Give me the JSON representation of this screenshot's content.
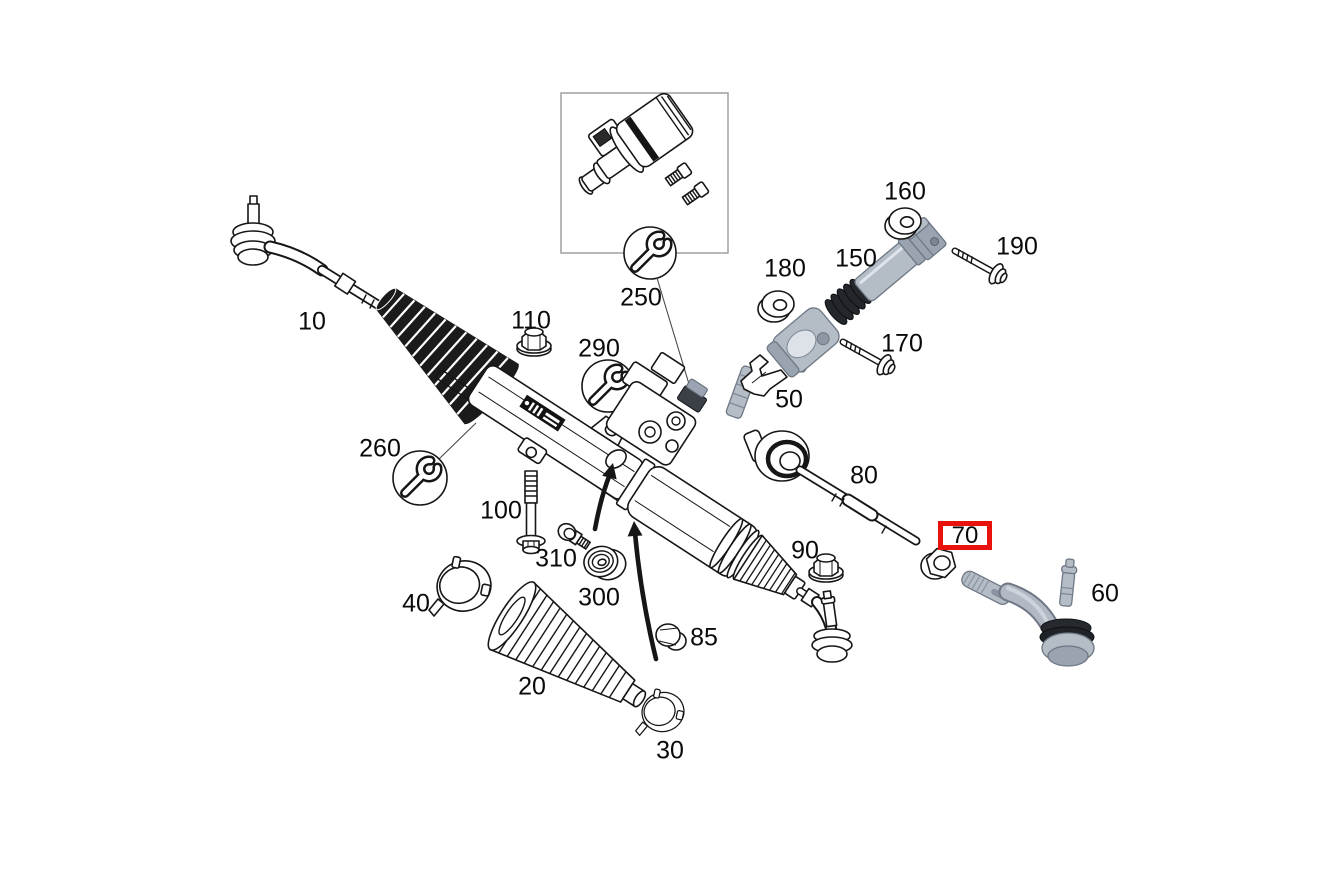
{
  "diagram": {
    "subject": "steering-gear-exploded-parts-diagram",
    "background_color": "#ffffff",
    "line_color": "#161616",
    "metal_fill_color": "#b4bcc6",
    "highlight": {
      "part": "70",
      "color": "#e8130b"
    },
    "callouts": [
      {
        "id": "10",
        "text": "10"
      },
      {
        "id": "20",
        "text": "20"
      },
      {
        "id": "30",
        "text": "30"
      },
      {
        "id": "40",
        "text": "40"
      },
      {
        "id": "50",
        "text": "50"
      },
      {
        "id": "60",
        "text": "60"
      },
      {
        "id": "70",
        "text": "70"
      },
      {
        "id": "80",
        "text": "80"
      },
      {
        "id": "85",
        "text": "85"
      },
      {
        "id": "90",
        "text": "90"
      },
      {
        "id": "100",
        "text": "100"
      },
      {
        "id": "110",
        "text": "110"
      },
      {
        "id": "150",
        "text": "150"
      },
      {
        "id": "160",
        "text": "160"
      },
      {
        "id": "170",
        "text": "170"
      },
      {
        "id": "180",
        "text": "180"
      },
      {
        "id": "190",
        "text": "190"
      },
      {
        "id": "250",
        "text": "250"
      },
      {
        "id": "260",
        "text": "260"
      },
      {
        "id": "290",
        "text": "290"
      },
      {
        "id": "300",
        "text": "300"
      },
      {
        "id": "310",
        "text": "310"
      }
    ],
    "tool_markers": [
      {
        "near_part": "250",
        "icon": "wrench-icon"
      },
      {
        "near_part": "260",
        "icon": "wrench-icon"
      },
      {
        "near_part": "290",
        "icon": "wrench-icon"
      }
    ]
  }
}
